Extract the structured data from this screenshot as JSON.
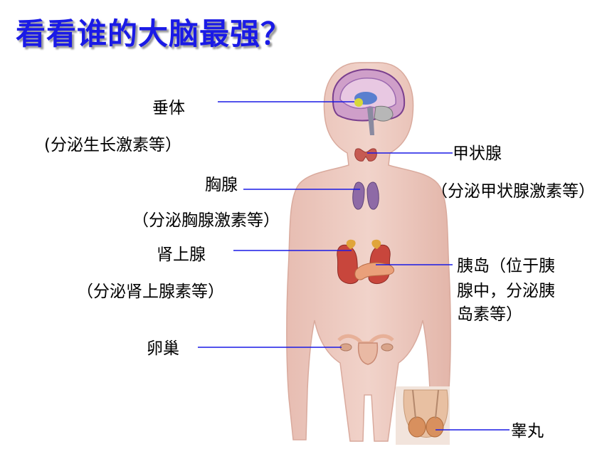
{
  "title": "看看谁的大脑最强？",
  "labels": {
    "pituitary": "垂体",
    "pituitary_note": "(分泌生长激素等）",
    "thyroid": "甲状腺",
    "thyroid_note": "（分泌甲状腺激素等）",
    "thymus": "胸腺",
    "thymus_note": "（分泌胸腺激素等）",
    "adrenal": "肾上腺",
    "adrenal_note": "（分泌肾上腺素等）",
    "islets_line1": "胰岛（位于胰",
    "islets_line2": "腺中，分泌胰",
    "islets_line3": "岛素等）",
    "ovary": "卵巢",
    "testis": "睾丸"
  },
  "colors": {
    "title": "#1a1ae6",
    "leader_line": "#1a1ae6",
    "body_skin": "#ecc7bd",
    "organ_red": "#c8463c",
    "organ_purple": "#8e6aa6"
  }
}
